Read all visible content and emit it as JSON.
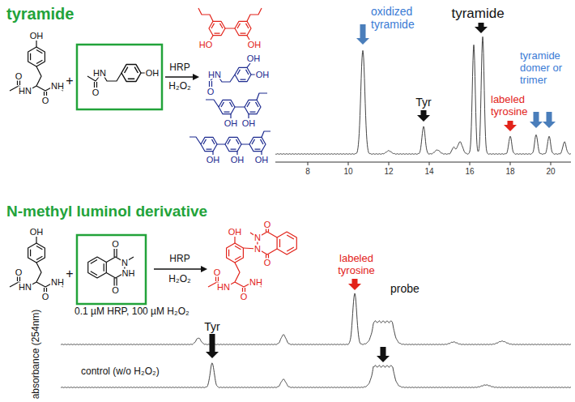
{
  "diagram": {
    "labels": [
      "tyramide",
      "OH",
      "O",
      "HN",
      "O",
      "NH",
      "+",
      "OH",
      "HN",
      "O",
      "HRP",
      "H₂O₂",
      "HO",
      "OH",
      "OH",
      "OH",
      "HN",
      "O",
      "OH",
      "OH",
      "OH",
      "OH",
      "OH",
      "8",
      "10",
      "12",
      "14",
      "16",
      "18",
      "20",
      "oxidized tyramide",
      "Tyr",
      "tyramide",
      "labeled tyrosine",
      "tyramide domer or trimer",
      "N-methyl luminol derivative",
      "OH",
      "O",
      "HN",
      "O",
      "NH",
      "+",
      "O",
      "N",
      "NH",
      "O",
      "HRP",
      "H₂O₂",
      "OH",
      "O",
      "HN",
      "O",
      "NH",
      "N",
      "N",
      "O",
      "O",
      "labeled tyrosine",
      "probe",
      "Tyr",
      "0.1 µM HRP, 100 µM H₂O₂",
      "control (w/o H₂O₂)",
      "absorbance (254nm)"
    ]
  }
}
